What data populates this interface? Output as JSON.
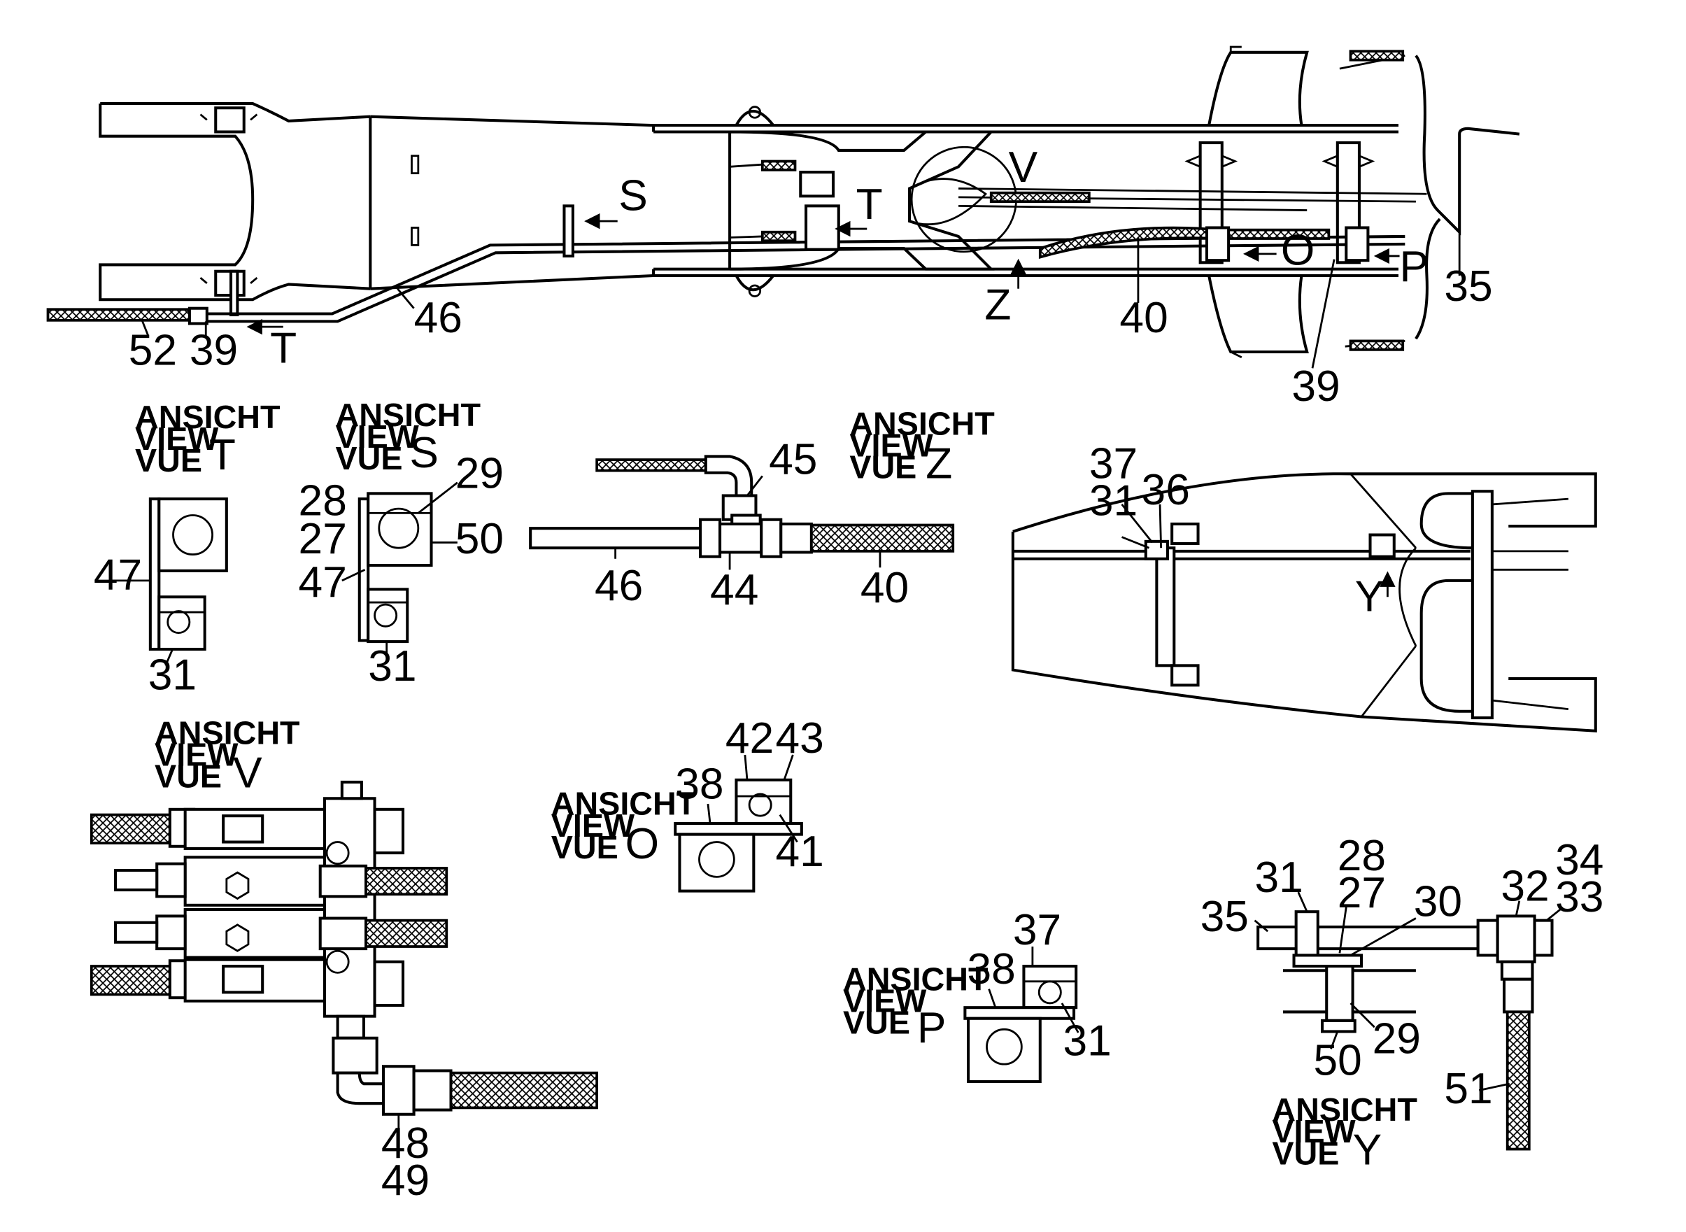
{
  "labels": [
    {
      "id": "l52",
      "text": "52"
    },
    {
      "id": "l39a",
      "text": "39"
    },
    {
      "id": "l46a",
      "text": "46"
    },
    {
      "id": "l40a",
      "text": "40"
    },
    {
      "id": "l35a",
      "text": "35"
    },
    {
      "id": "l39b",
      "text": "39"
    },
    {
      "id": "lT1",
      "text": "T"
    },
    {
      "id": "lT2",
      "text": "T"
    },
    {
      "id": "lS1",
      "text": "S"
    },
    {
      "id": "lV1",
      "text": "V"
    },
    {
      "id": "lZ1",
      "text": "Z"
    },
    {
      "id": "lO1",
      "text": "O"
    },
    {
      "id": "lP1",
      "text": "P"
    },
    {
      "id": "t47",
      "text": "47"
    },
    {
      "id": "t31",
      "text": "31"
    },
    {
      "id": "s28",
      "text": "28"
    },
    {
      "id": "s27",
      "text": "27"
    },
    {
      "id": "s47",
      "text": "47"
    },
    {
      "id": "s29",
      "text": "29"
    },
    {
      "id": "s50",
      "text": "50"
    },
    {
      "id": "s31",
      "text": "31"
    },
    {
      "id": "z45",
      "text": "45"
    },
    {
      "id": "z46",
      "text": "46"
    },
    {
      "id": "z44",
      "text": "44"
    },
    {
      "id": "z40",
      "text": "40"
    },
    {
      "id": "d37",
      "text": "37"
    },
    {
      "id": "d31",
      "text": "31"
    },
    {
      "id": "d36",
      "text": "36"
    },
    {
      "id": "dY",
      "text": "Y"
    },
    {
      "id": "v48",
      "text": "48"
    },
    {
      "id": "v49",
      "text": "49"
    },
    {
      "id": "o42",
      "text": "42"
    },
    {
      "id": "o43",
      "text": "43"
    },
    {
      "id": "o38",
      "text": "38"
    },
    {
      "id": "o41",
      "text": "41"
    },
    {
      "id": "p37",
      "text": "37"
    },
    {
      "id": "p38",
      "text": "38"
    },
    {
      "id": "p31",
      "text": "31"
    },
    {
      "id": "y28",
      "text": "28"
    },
    {
      "id": "y34",
      "text": "34"
    },
    {
      "id": "y31",
      "text": "31"
    },
    {
      "id": "y27",
      "text": "27"
    },
    {
      "id": "y30",
      "text": "30"
    },
    {
      "id": "y32",
      "text": "32"
    },
    {
      "id": "y33",
      "text": "33"
    },
    {
      "id": "y35",
      "text": "35"
    },
    {
      "id": "y50",
      "text": "50"
    },
    {
      "id": "y29",
      "text": "29"
    },
    {
      "id": "y51",
      "text": "51"
    }
  ],
  "views": [
    {
      "id": "T",
      "line1": "ANSICHT",
      "line2": "VIEW",
      "line3": "VUE",
      "letter": "T"
    },
    {
      "id": "S",
      "line1": "ANSICHT",
      "line2": "VIEW",
      "line3": "VUE",
      "letter": "S"
    },
    {
      "id": "Z",
      "line1": "ANSICHT",
      "line2": "VIEW",
      "line3": "VUE",
      "letter": "Z"
    },
    {
      "id": "V",
      "line1": "ANSICHT",
      "line2": "VIEW",
      "line3": "VUE",
      "letter": "V"
    },
    {
      "id": "O",
      "line1": "ANSICHT",
      "line2": "VIEW",
      "line3": "VUE",
      "letter": "O"
    },
    {
      "id": "P",
      "line1": "ANSICHT",
      "line2": "VIEW",
      "line3": "VUE",
      "letter": "P"
    },
    {
      "id": "Y",
      "line1": "ANSICHT",
      "line2": "VIEW",
      "line3": "VUE",
      "letter": "Y"
    }
  ]
}
